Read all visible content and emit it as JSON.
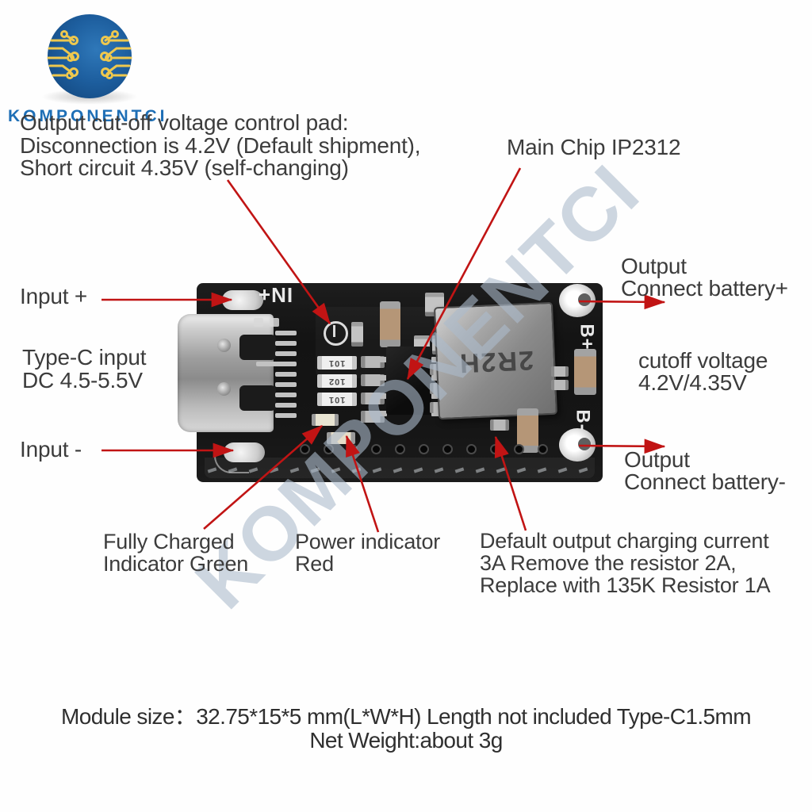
{
  "brand": {
    "name": "KOMPONENTCI"
  },
  "watermark": "KOMPONENTCI",
  "callouts": {
    "cutoff_pad_line1": "Output cut-off voltage control pad:",
    "cutoff_pad_line2": "Disconnection is 4.2V (Default shipment),",
    "cutoff_pad_line3": "Short circuit 4.35V (self-changing)",
    "main_chip": "Main Chip IP2312",
    "input_plus": "Input +",
    "typec_line1": "Type-C input",
    "typec_line2": "DC 4.5-5.5V",
    "input_minus": "Input -",
    "output_plus_line1": "Output",
    "output_plus_line2": "Connect battery+",
    "cutoff_voltage_line1": "cutoff voltage",
    "cutoff_voltage_line2": "4.2V/4.35V",
    "output_minus_line1": "Output",
    "output_minus_line2": "Connect battery-",
    "fully_charged_line1": "Fully Charged",
    "fully_charged_line2": "Indicator Green",
    "power_indicator_line1": "Power indicator",
    "power_indicator_line2": "Red",
    "charging_current_line1": "Default output charging current",
    "charging_current_line2": "3A Remove the resistor 2A,",
    "charging_current_line3": "Replace with 135K Resistor 1A"
  },
  "board": {
    "silkscreen_input": "IN+",
    "silkscreen_battery_plus": "B+",
    "silkscreen_battery_minus": "B-",
    "inductor_marking": "2R2H",
    "resistor_marking_1": "101",
    "resistor_marking_2": "102",
    "resistor_marking_3": "101"
  },
  "footer": {
    "line1": "Module size：32.75*15*5 mm(L*W*H) Length not included Type-C1.5mm",
    "line2": "Net Weight:about 3g"
  },
  "colors": {
    "arrow_red": "#c11414",
    "logo_blue": "#1e6fb6",
    "watermark_blue_gray": "#abbbcb",
    "pcb_black": "#151515"
  }
}
